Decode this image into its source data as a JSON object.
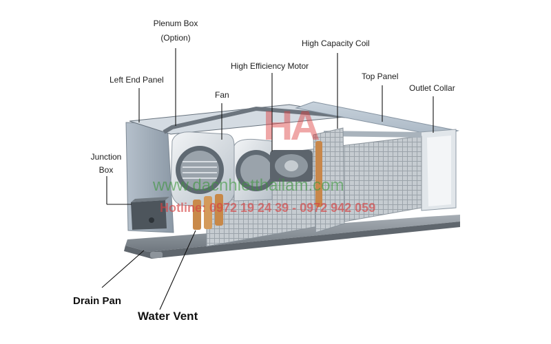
{
  "labels": {
    "plenum_box_line1": "Plenum Box",
    "plenum_box_line2": "(Option)",
    "high_capacity_coil": "High Capacity Coil",
    "high_efficiency_motor": "High Efficiency Motor",
    "left_end_panel": "Left End Panel",
    "top_panel": "Top Panel",
    "outlet_collar": "Outlet Collar",
    "fan": "Fan",
    "junction_box_line1": "Junction",
    "junction_box_line2": "Box",
    "drain_pan": "Drain Pan",
    "water_vent": "Water Vent"
  },
  "watermark": {
    "logo_text": "HA",
    "website": "www.dacnhietthailam.com",
    "hotline": "Hotline: 0972 19 24 39 - 0972 942 059"
  }
}
